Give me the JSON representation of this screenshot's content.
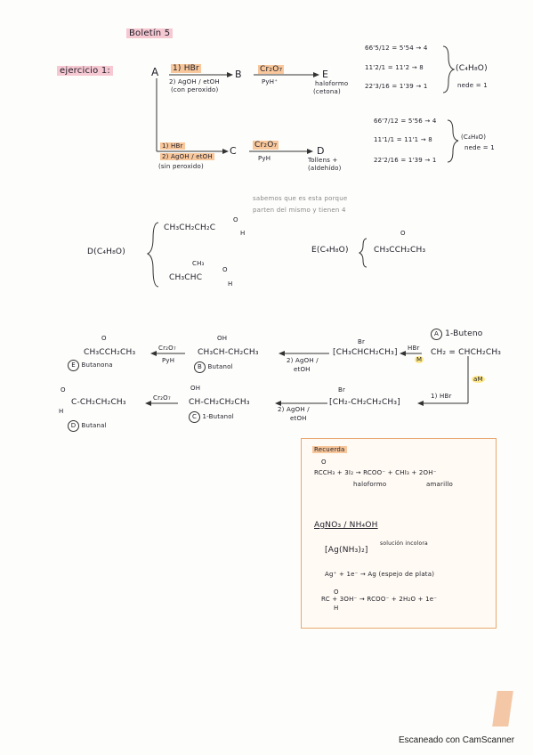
{
  "title": "Boletín 5",
  "exercise": "ejercicio 1:",
  "scheme": {
    "A": "A",
    "B": "B",
    "C": "C",
    "D": "D",
    "E": "E",
    "step_top_1": "1) HBr",
    "step_top_2": "2) AgOH / etOH",
    "step_top_3": "(con peroxido)",
    "step_bot_1": "1) HBr",
    "step_bot_2": "2) AgOH / etOH",
    "step_bot_3": "(sin peroxido)",
    "oxid_top": "Cr₂O₇",
    "oxid_top_b": "PyH⁺",
    "oxid_bot": "Cr₂O₇",
    "oxid_bot_b": "PyH",
    "E_note_1": "haloformo",
    "E_note_2": "(cetona)",
    "D_note_1": "Tollens +",
    "D_note_2": "(aldehído)"
  },
  "formula_E": {
    "line1": "66'5/12 = 5'54 → 4",
    "line2": "11'2/1 = 11'2 → 8",
    "line3": "22'3/16 = 1'39 → 1",
    "result": "(C₄H₈O)",
    "nede": "nede = 1"
  },
  "formula_D": {
    "line1": "66'7/12 = 5'56 → 4",
    "line2": "11'1/1 = 11'1 → 8",
    "line3": "22'2/16 = 1'39 → 1",
    "result": "(C₄H₈O)",
    "nede": "nede = 1"
  },
  "faint_note": {
    "line1": "sabemos que es esta porque",
    "line2": "parten del mismo y tienen 4"
  },
  "structures": {
    "D_label": "D(C₄H₈O)",
    "D_opt1": "CH₃CH₂CH₂C",
    "D_opt1_o": "O",
    "D_opt1_h": "H",
    "D_opt2_top": "CH₃",
    "D_opt2": "CH₃CHC",
    "D_opt2_o": "O",
    "D_opt2_h": "H",
    "E_label": "E(C₄H₈O)",
    "E_struct": "CH₃CCH₂CH₃",
    "E_o": "O"
  },
  "mechanism": {
    "butene": "1-Buteno",
    "butene_letter": "A",
    "butene_formula": "CH₂ = CHCH₂CH₃",
    "m_label": "M",
    "am_label": "aM",
    "brom1": "[CH₃CHCH₂CH₃]",
    "brom1_br": "Br",
    "brom1_reag": "HBr",
    "brom2": "[CH₂-CH₂CH₂CH₃]",
    "brom2_br": "Br",
    "hbr": "1) HBr",
    "agoh1": "2) AgOH /",
    "etoh1": "etOH",
    "agoh2": "2) AgOH /",
    "etoh2": "etOH",
    "butanol2_formula": "CH₃CH-CH₂CH₃",
    "butanol2_oh": "OH",
    "butanol2_letter": "B",
    "butanol2_label": "Butanol",
    "butanol1_formula": "CH-CH₂CH₂CH₃",
    "butanol1_oh": "OH",
    "butanol1_letter": "C",
    "butanol1_label": "1-Butanol",
    "ox1": "Cr₂O₇",
    "ox1b": "PyH",
    "ox2": "Cr₂O₇",
    "ketone_formula": "CH₃CCH₂CH₃",
    "ketone_o": "O",
    "ketone_letter": "E",
    "ketone_label": "Butanona",
    "aldehyde_formula": "C-CH₂CH₂CH₃",
    "aldehyde_o": "O",
    "aldehyde_h": "H",
    "aldehyde_letter": "D",
    "aldehyde_label": "Butanal"
  },
  "note": {
    "heading": "Recuerda",
    "eq1_o": "O",
    "eq1": "RCCH₃ + 3I₂ → RCOO⁻ + CHI₃ + 2OH⁻",
    "eq1_sub1": "haloformo",
    "eq1_sub2": "amarillo",
    "reagent": "AgNO₃ / NH₄OH",
    "complex": "[Ag(NH₃)₂]",
    "complex_note": "solución incolora",
    "eq2": "Ag⁺ + 1e⁻ → Ag (espejo de plata)",
    "eq3": "RC + 3OH⁻ → RCOO⁻ + 2H₂O + 1e⁻",
    "eq3_o": "O",
    "eq3_h": "H"
  },
  "footer": "Escaneado con CamScanner"
}
